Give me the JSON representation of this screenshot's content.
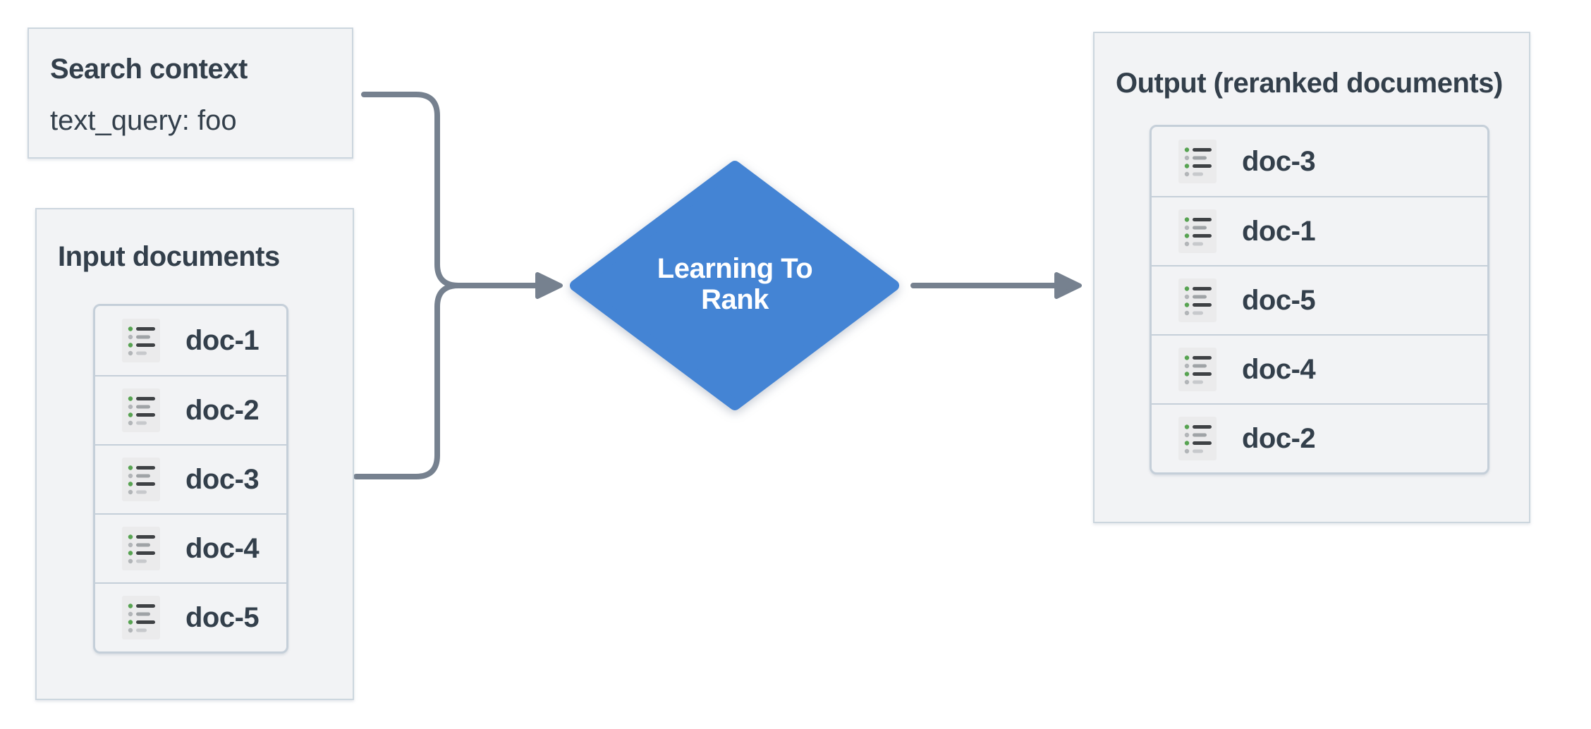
{
  "search_context": {
    "title": "Search context",
    "query": "text_query: foo"
  },
  "input_documents": {
    "title": "Input documents",
    "items": [
      "doc-1",
      "doc-2",
      "doc-3",
      "doc-4",
      "doc-5"
    ]
  },
  "process": {
    "line1": "Learning To",
    "line2": "Rank"
  },
  "output_documents": {
    "title": "Output (reranked documents)",
    "items": [
      "doc-3",
      "doc-1",
      "doc-5",
      "doc-4",
      "doc-2"
    ]
  },
  "colors": {
    "accent_blue": "#4484d4",
    "arrow_gray": "#76818f",
    "box_bg": "#f2f3f5",
    "box_border": "#ccd6de",
    "list_border": "#c5cfd9",
    "text_dark": "#333f4b",
    "diamond_text": "#ffffff",
    "icon_bg": "#ebebec",
    "icon_green": "#57a351",
    "icon_dark": "#3e4144",
    "icon_gray": "#9fa3a6",
    "icon_light": "#c7c9cc",
    "icon_dot_gray": "#b2b5b8"
  }
}
